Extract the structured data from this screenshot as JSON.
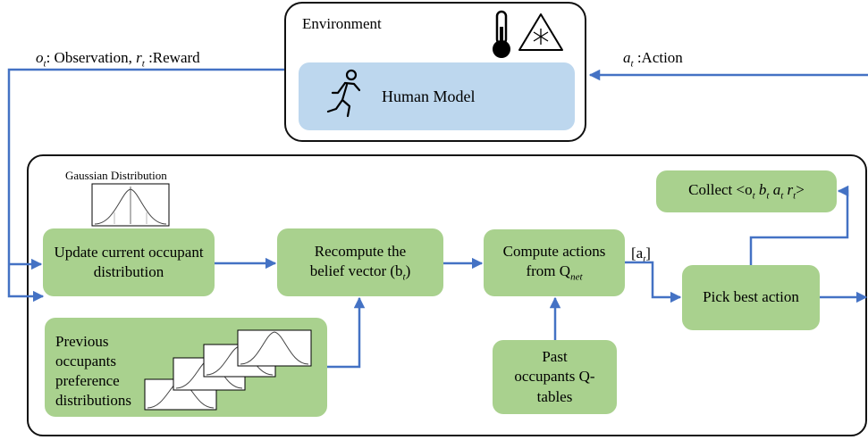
{
  "environment": {
    "label": "Environment",
    "human_model_label": "Human Model",
    "icons": [
      "thermometer-icon",
      "snowflake-warning-icon",
      "running-person-icon"
    ]
  },
  "signals": {
    "observation": "o",
    "observation_sub": "t",
    "observation_text": ": Observation,",
    "reward": "r",
    "reward_sub": "t",
    "reward_text": " :Reward",
    "action": "a",
    "action_sub": "t",
    "action_text": " :Action",
    "bracket_action": "[a",
    "bracket_sub": "t",
    "bracket_close": "]"
  },
  "agent": {
    "gaussian_label": "Gaussian Distribution",
    "update_box": "Update current occupant distribution",
    "recompute_box_line1": "Recompute the",
    "recompute_box_line2": "belief vector (b",
    "recompute_sub": "t",
    "recompute_close": ")",
    "compute_box_line1": "Compute actions",
    "compute_box_line2": "from Q",
    "compute_sub": "net",
    "pick_box": "Pick best action",
    "collect_prefix": "Collect <o",
    "collect_sub1": "t",
    "collect_b": " b",
    "collect_sub2": "t",
    "collect_a": " a",
    "collect_sub3": "t",
    "collect_r": " r",
    "collect_sub4": "t",
    "collect_close": ">",
    "previous_box": "Previous occupants preference distributions",
    "past_box": "Past occupants Q-tables"
  },
  "colors": {
    "arrow": "#4472c4",
    "process_box": "#a9d18e",
    "human_model": "#bdd7ee"
  }
}
